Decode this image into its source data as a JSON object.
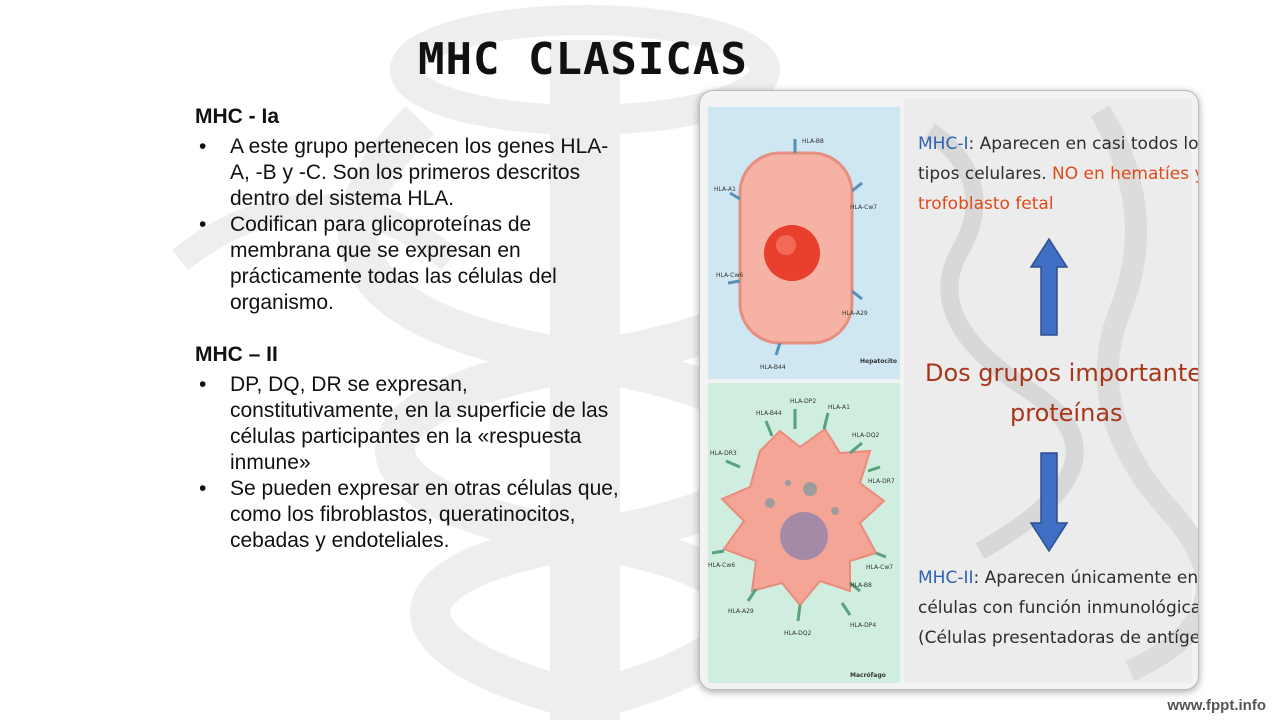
{
  "slide": {
    "title": "MHC CLASICAS",
    "footer": "www.fppt.info"
  },
  "sections": [
    {
      "heading": "MHC - Ia",
      "bullets": [
        "A este grupo pertenecen los genes HLA-A, -B y -C. Son los primeros descritos dentro del sistema HLA.",
        "Codifican para glicoproteínas de membrana que se expresan en prácticamente todas las células del organismo."
      ]
    },
    {
      "heading": "MHC – II",
      "bullets": [
        "DP, DQ, DR se expresan, constitutivamente, en la superficie de las células participantes en la «respuesta inmune»",
        "Se pueden expresar en otras células que, como los fibroblastos, queratinocitos, cebadas y endoteliales."
      ]
    }
  ],
  "figure": {
    "top_cell": {
      "labels": [
        "HLA-B8",
        "HLA-A1",
        "HLA-Cw7",
        "HLA-Cw6",
        "HLA-A29",
        "HLA-B44"
      ],
      "name": "Hepatocito"
    },
    "bottom_cell": {
      "labels": [
        "HLA-DP2",
        "HLA-B44",
        "HLA-A1",
        "HLA-DR3",
        "HLA-DQ2",
        "HLA-DR7",
        "HLA-Cw6",
        "HLA-Cw7",
        "HLA-B8",
        "HLA-A29",
        "HLA-DP4",
        "HLA-DQ2"
      ],
      "name": "Macrófago"
    },
    "mhc1": {
      "prefix": "MHC-I",
      "text_line1": ": Aparecen en casi todos los",
      "text_line2": "tipos celulares.",
      "red_line2": " NO en hematíes y",
      "red_line3": "trofoblasto fetal"
    },
    "center": {
      "line1": "Dos grupos importantes de",
      "line2": "proteínas"
    },
    "mhc2": {
      "prefix": "MHC-II",
      "text_line1": ": Aparecen únicamente en",
      "text_line2": "células con función inmunológica",
      "text_line3": "(Células presentadoras de antígenos)"
    },
    "colors": {
      "arrow": "#3f6fc4",
      "red_text": "#e04a1a",
      "blue_text": "#2d62b5",
      "top_bg": "#cfe6f3",
      "bottom_bg": "#cfeee0"
    }
  }
}
